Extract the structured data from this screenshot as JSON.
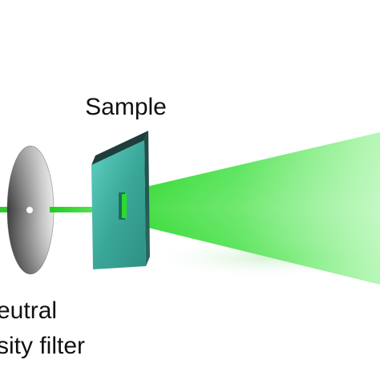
{
  "labels": {
    "sample": "Sample",
    "filter_line1": "eutral",
    "filter_line2": "sity filter"
  },
  "colors": {
    "beam": "#22dd22",
    "beam_light": "#7cf07c",
    "sample_glass": "#3fb8a8",
    "filter_gray": "#8a8a8a"
  }
}
